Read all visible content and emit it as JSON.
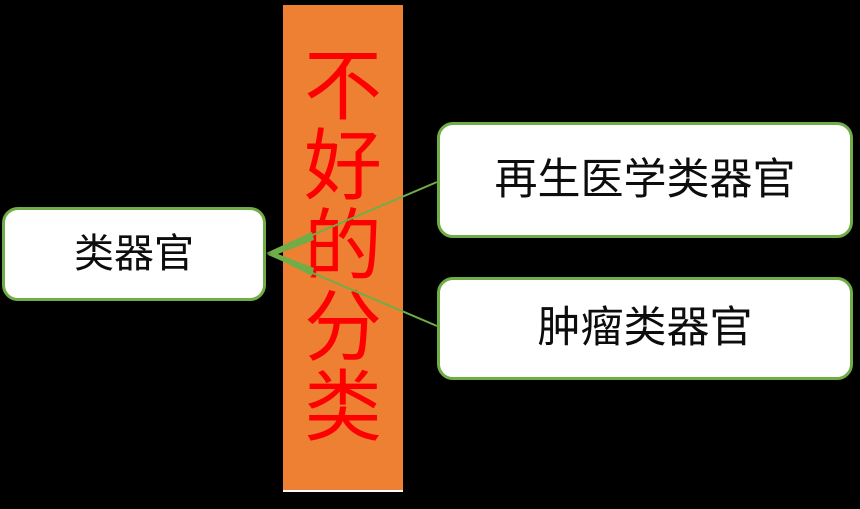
{
  "diagram": {
    "title_banner": {
      "text": "不好的分类",
      "characters": [
        "不",
        "好",
        "的",
        "分",
        "类"
      ],
      "text_color": "#FF0000",
      "background_color": "#ED8033",
      "orientation": "vertical"
    },
    "nodes": [
      {
        "id": "organoid",
        "label": "类器官",
        "role": "source",
        "border_color": "#70AD47",
        "fill_color": "#FFFFFF",
        "text_color": "#0D0D0D"
      },
      {
        "id": "regenerative",
        "label": "再生医学类器官",
        "role": "category",
        "border_color": "#70AD47",
        "fill_color": "#FFFFFF",
        "text_color": "#0D0D0D"
      },
      {
        "id": "tumor",
        "label": "肿瘤类器官",
        "role": "category",
        "border_color": "#70AD47",
        "fill_color": "#FFFFFF",
        "text_color": "#0D0D0D"
      }
    ],
    "connectors": [
      {
        "id": "regen-to-organoid",
        "from": "regenerative",
        "to": "organoid",
        "color": "#70AD47",
        "arrow_at": "organoid"
      },
      {
        "id": "tumor-to-organoid",
        "from": "tumor",
        "to": "organoid",
        "color": "#70AD47",
        "arrow_at": "organoid"
      }
    ],
    "background_color": "#000000"
  }
}
